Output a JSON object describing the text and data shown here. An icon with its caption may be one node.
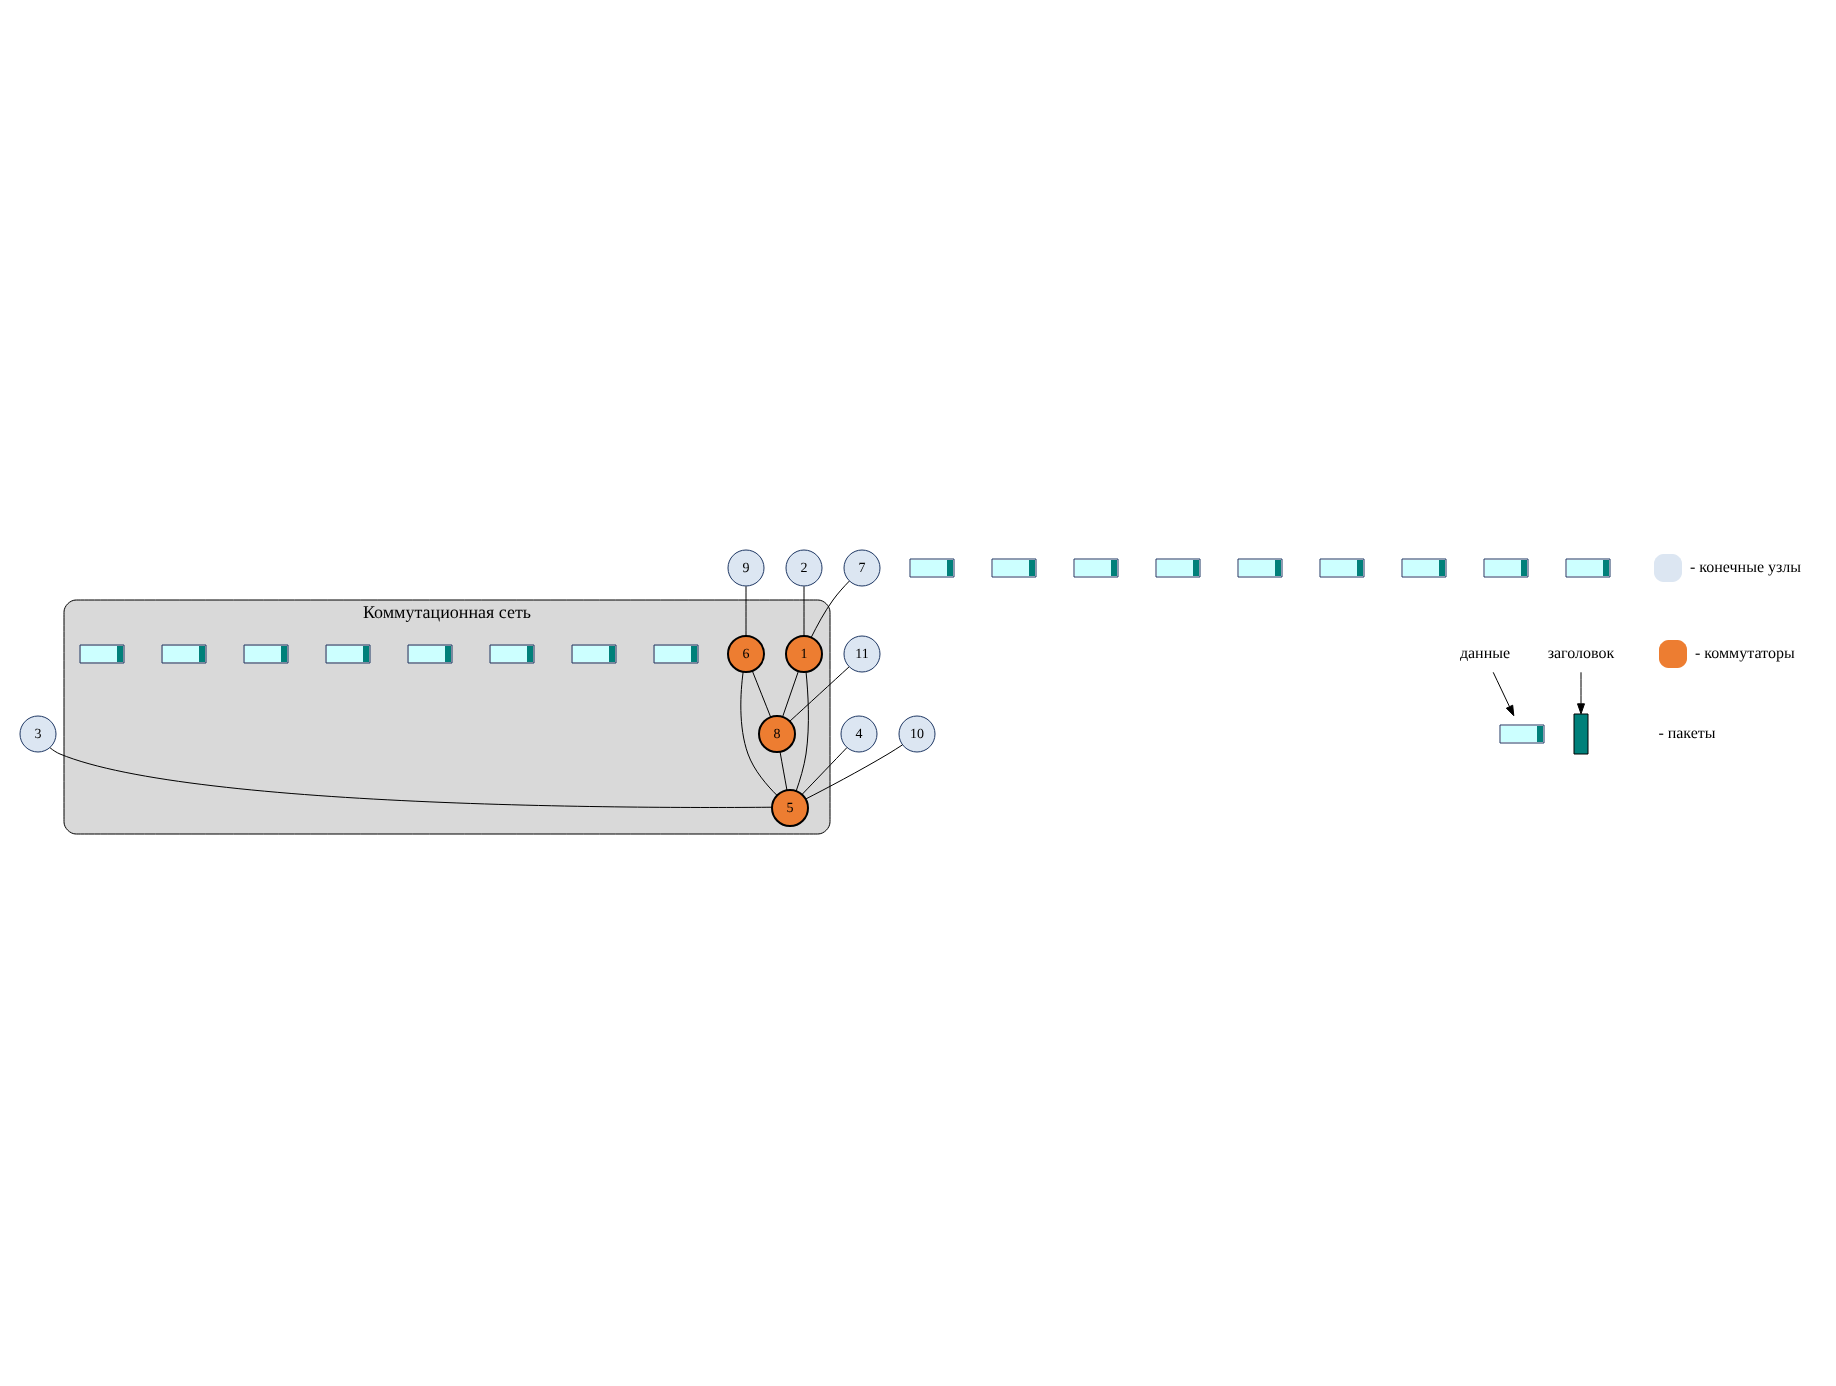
{
  "diagram": {
    "nodes": [
      {
        "text": [
          "Коммутационная сеть"
        ]
      },
      {
        "text": [
          "2"
        ]
      },
      {
        "text": [
          "7"
        ]
      },
      {
        "text": [
          "1"
        ],
        "in": 0
      },
      {
        "text": [
          "3"
        ]
      },
      {
        "text": [
          "9"
        ]
      },
      {
        "text": [
          "6"
        ],
        "in": 0
      },
      {
        "text": [
          "5"
        ],
        "in": 0
      },
      {
        "text": [
          "4"
        ]
      },
      {
        "text": [
          "8"
        ],
        "in": 0
      },
      {
        "text": [
          "10"
        ]
      },
      {
        "text": [
          "11"
        ]
      },
      {
        "text": [],
        "shape": "box"
      },
      {
        "text": [],
        "shape": "box"
      },
      {
        "text": [],
        "shape": "box"
      },
      {
        "text": [],
        "shape": "box",
        "in": 0
      },
      {
        "text": [],
        "shape": "box"
      },
      {
        "text": [],
        "shape": "box",
        "in": 0
      },
      {
        "text": [],
        "shape": "box",
        "in": 0
      },
      {
        "text": [],
        "shape": "box",
        "in": 0
      },
      {
        "text": [],
        "shape": "box"
      },
      {
        "text": [],
        "shape": "box",
        "in": 0
      },
      {
        "text": [],
        "shape": "box"
      },
      {
        "text": [],
        "shape": "box",
        "in": 0
      },
      {
        "text": [],
        "shape": "box"
      },
      {
        "text": [],
        "shape": "box",
        "in": 0
      },
      {
        "text": [],
        "shape": "box"
      },
      {
        "text": [],
        "shape": "box",
        "in": 0
      },
      {
        "text": [],
        "shape": "box"
      },
      {
        "text": [],
        "shape": "box"
      },
      {
        "text": [],
        "shape": "bar"
      },
      {
        "text": [
          "данные"
        ]
      },
      {
        "text": [
          "заголовок"
        ]
      }
    ],
    "edges": [
      {
        "from": 2,
        "to": 3,
        "arrow": "none"
      },
      {
        "from": 1,
        "to": 3,
        "arrow": "none"
      },
      {
        "from": 3,
        "to": 7,
        "arrow": "none"
      },
      {
        "from": 3,
        "to": 9,
        "arrow": "none"
      },
      {
        "from": 5,
        "to": 6,
        "arrow": "none"
      },
      {
        "from": 6,
        "to": 7,
        "arrow": "none"
      },
      {
        "from": 6,
        "to": 9,
        "arrow": "none"
      },
      {
        "from": 9,
        "to": 7,
        "arrow": "none"
      },
      {
        "from": 4,
        "to": 7,
        "arrow": "none"
      },
      {
        "from": 8,
        "to": 7,
        "arrow": "none"
      },
      {
        "from": 10,
        "to": 7,
        "arrow": "none"
      },
      {
        "from": 11,
        "to": 9,
        "arrow": "none"
      },
      {
        "from": 31,
        "to": 29,
        "arrow": "to"
      },
      {
        "from": 32,
        "to": 30,
        "arrow": "to"
      }
    ],
    "legend": [
      {
        "text": "- конечные узлы",
        "color": "#dce6f2"
      },
      {
        "text": "- коммутаторы",
        "color": "#ed7d31"
      },
      {
        "text": "- пакеты"
      }
    ]
  }
}
